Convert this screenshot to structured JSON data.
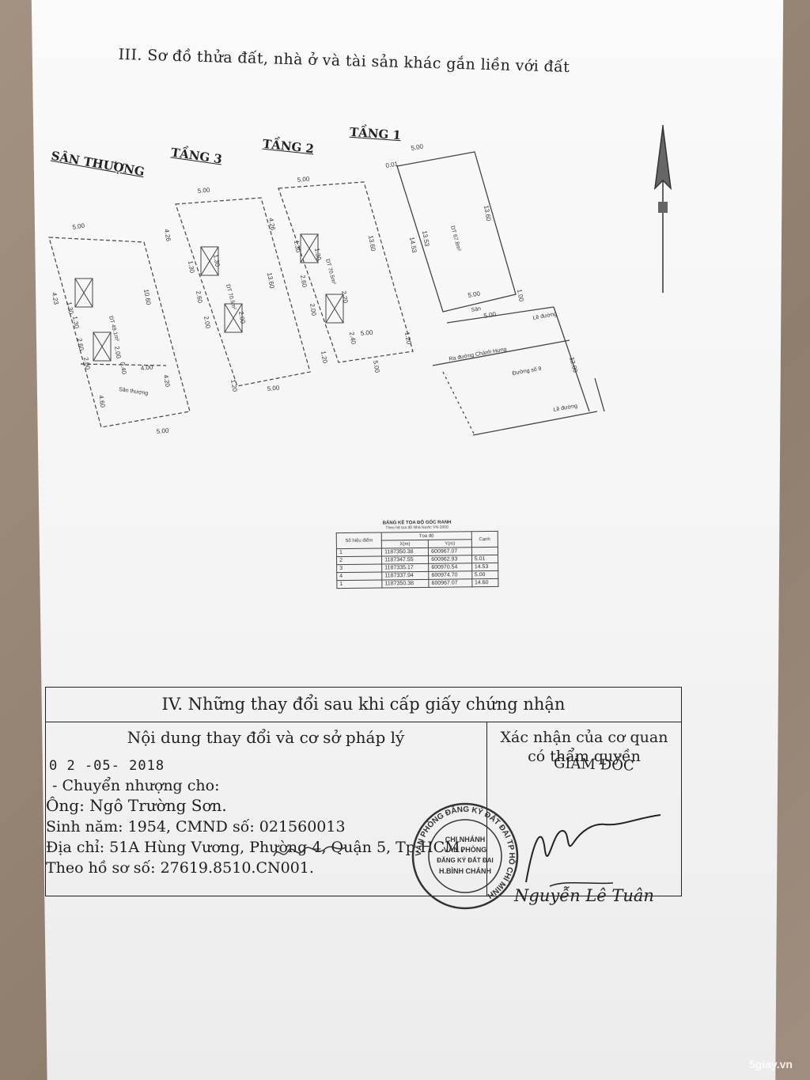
{
  "section3": {
    "heading": "III. Sơ đồ thửa đất, nhà ở và tài sản khác gắn liền với đất"
  },
  "floors": {
    "san_thuong": {
      "label": "SÂN THƯỢNG",
      "area": "DT\n49.1m²",
      "dims": [
        "5.00",
        "10.60",
        "4.23",
        "1.30",
        "1.30",
        "2.60",
        "2.00",
        "2.00",
        "0.40",
        "4.00",
        "4.20",
        "4.60",
        "5.00"
      ],
      "note": "Sân thượng"
    },
    "tang3": {
      "label": "TẦNG 3",
      "area": "DT\n70.5m²",
      "dims": [
        "5.00",
        "4.26",
        "13.60",
        "1.30",
        "1.30",
        "2.60",
        "2.00",
        "2.00",
        "1.20",
        "5.00"
      ]
    },
    "tang2": {
      "label": "TẦNG 2",
      "area": "DT\n70.5m²",
      "dims": [
        "5.00",
        "4.26",
        "13.60",
        "1.30",
        "1.30",
        "2.60",
        "2.00",
        "2.20",
        "2.40",
        "1.20",
        "1.20",
        "5.00",
        "5.00"
      ]
    },
    "tang1": {
      "label": "TẦNG 1",
      "area": "DT\n67.8m²",
      "dims": [
        "5.00",
        "0.01",
        "13.60",
        "14.53",
        "13.53",
        "5.00",
        "5.00",
        "1.00"
      ],
      "notes": [
        "Sân",
        "Lề đường",
        "Ra đường Chánh Hưng",
        "Đường số 9",
        "12.00",
        "Lề đường"
      ]
    }
  },
  "coord_table": {
    "title": "BẢNG KÊ TỌA ĐỘ GÓC RANH",
    "subtitle": "Theo hệ tọa độ Nhà Nước VN-2000",
    "headers": {
      "point": "Số hiệu điểm",
      "coords": "Tọa độ",
      "x": "X(m)",
      "y": "Y(m)",
      "edge": "Cạnh"
    },
    "rows": [
      {
        "point": "1",
        "x": "1187350.38",
        "y": "600967.07",
        "edge": ""
      },
      {
        "point": "2",
        "x": "1187347.55",
        "y": "600962.93",
        "edge": "5.01"
      },
      {
        "point": "3",
        "x": "1187335.17",
        "y": "600970.54",
        "edge": "14.53"
      },
      {
        "point": "4",
        "x": "1187337.94",
        "y": "600974.70",
        "edge": "5.00"
      },
      {
        "point": "1",
        "x": "1187350.38",
        "y": "600967.07",
        "edge": "14.60"
      }
    ]
  },
  "section4": {
    "title": "IV. Những thay đổi sau khi cấp giấy chứng nhận",
    "col_left": "Nội dung thay đổi và cơ sở pháp lý",
    "col_right_1": "Xác nhận của cơ quan",
    "col_right_2": "có thẩm quyền",
    "role": "GIÁM ĐỐC",
    "entry": {
      "date": "0 2 -05- 2018",
      "line1": "- Chuyển nhượng cho:",
      "line2": "Ông: Ngô Trường Sơn.",
      "line3": "Sinh năm: 1954,  CMND số: 021560013",
      "line4": "Địa chỉ: 51A Hùng Vương, Phường 4, Quận 5, Tp.HCM.",
      "line5": "Theo hồ sơ số: 27619.8510.CN001."
    },
    "stamp": {
      "ring": "VĂN PHÒNG ĐĂNG KÝ ĐẤT ĐAI TP HỒ CHÍ MINH",
      "c1": "CHI NHÁNH",
      "c2": "VĂN PHÒNG",
      "c3": "ĐĂNG KÝ ĐẤT ĐAI",
      "c4": "H.BÌNH CHÁNH"
    },
    "signer": "Nguyễn Lê Tuân"
  },
  "watermark": "5giay.vn"
}
